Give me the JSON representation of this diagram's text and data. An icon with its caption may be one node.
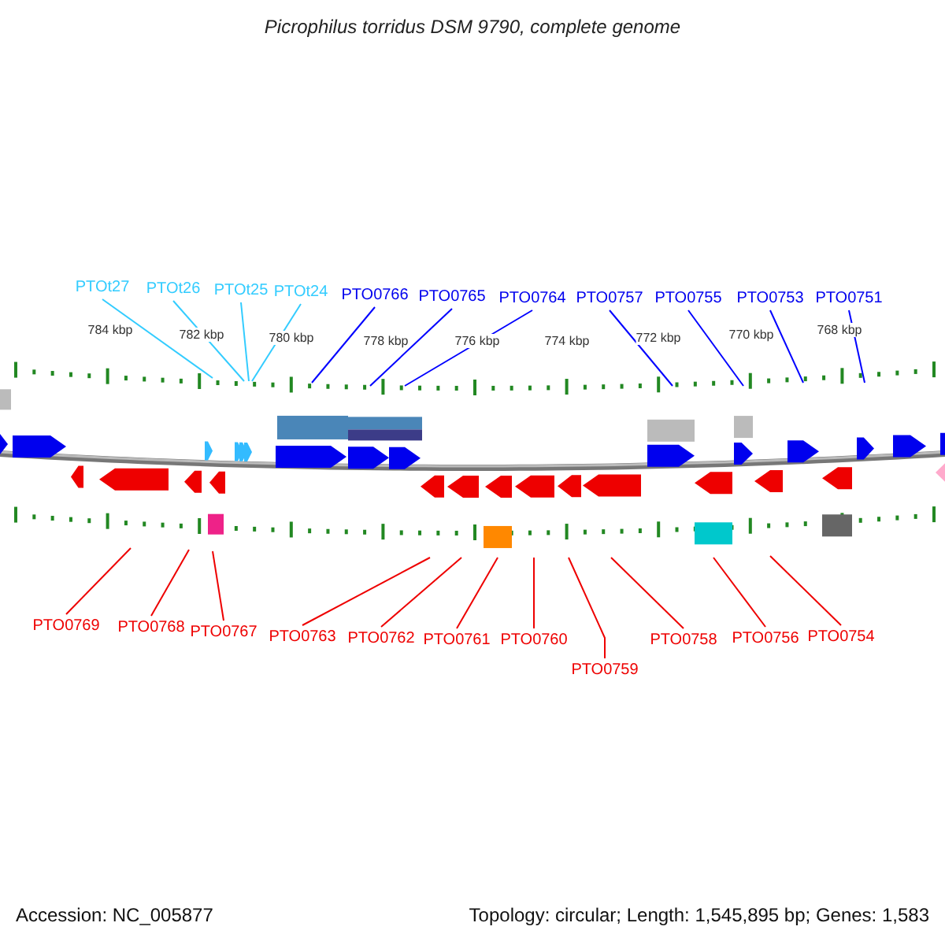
{
  "diagram": {
    "title": "Picrophilus torridus DSM 9790, complete genome",
    "nodes": [
      {
        "text": [
          "PTOt27"
        ]
      },
      {
        "text": [
          "PTOt26"
        ]
      },
      {
        "text": [
          "PTOt25"
        ]
      },
      {
        "text": [
          "PTOt24"
        ]
      },
      {
        "text": [
          "PTO0766"
        ]
      },
      {
        "text": [
          "PTO0765"
        ]
      },
      {
        "text": [
          "PTO0764"
        ]
      },
      {
        "text": [
          "PTO0757"
        ]
      },
      {
        "text": [
          "PTO0755"
        ]
      },
      {
        "text": [
          "PTO0753"
        ]
      },
      {
        "text": [
          "PTO0751"
        ]
      },
      {
        "text": [
          "PTO0769"
        ]
      },
      {
        "text": [
          "PTO0768"
        ]
      },
      {
        "text": [
          "PTO0767"
        ]
      },
      {
        "text": [
          "PTO0763"
        ]
      },
      {
        "text": [
          "PTO0762"
        ]
      },
      {
        "text": [
          "PTO0761"
        ]
      },
      {
        "text": [
          "PTO0760"
        ]
      },
      {
        "text": [
          "PTO0759"
        ]
      },
      {
        "text": [
          "PTO0758"
        ]
      },
      {
        "text": [
          "PTO0756"
        ]
      },
      {
        "text": [
          "PTO0754"
        ]
      }
    ],
    "edges": [
      {
        "from": 0,
        "to": null,
        "arrow": "none",
        "color": "#33ccff"
      },
      {
        "from": 1,
        "to": null,
        "arrow": "none",
        "color": "#33ccff"
      },
      {
        "from": 2,
        "to": null,
        "arrow": "none",
        "color": "#33ccff"
      },
      {
        "from": 3,
        "to": null,
        "arrow": "none",
        "color": "#33ccff"
      },
      {
        "from": 4,
        "to": null,
        "arrow": "none",
        "color": "#0000ff"
      },
      {
        "from": 5,
        "to": null,
        "arrow": "none",
        "color": "#0000ff"
      },
      {
        "from": 6,
        "to": null,
        "arrow": "none",
        "color": "#0000ff"
      },
      {
        "from": 7,
        "to": null,
        "arrow": "none",
        "color": "#0000ff"
      },
      {
        "from": 8,
        "to": null,
        "arrow": "none",
        "color": "#0000ff"
      },
      {
        "from": 9,
        "to": null,
        "arrow": "none",
        "color": "#0000ff"
      },
      {
        "from": 10,
        "to": null,
        "arrow": "none",
        "color": "#0000ff"
      },
      {
        "from": 11,
        "to": null,
        "arrow": "none"
      },
      {
        "from": 12,
        "to": null,
        "arrow": "none"
      },
      {
        "from": 13,
        "to": null,
        "arrow": "none"
      },
      {
        "from": 14,
        "to": null,
        "arrow": "none"
      },
      {
        "from": 15,
        "to": null,
        "arrow": "none"
      },
      {
        "from": 16,
        "to": null,
        "arrow": "none"
      },
      {
        "from": 17,
        "to": null,
        "arrow": "none"
      },
      {
        "from": 18,
        "to": null,
        "arrow": "none"
      },
      {
        "from": 19,
        "to": null,
        "arrow": "none"
      },
      {
        "from": 20,
        "to": null,
        "arrow": "none"
      },
      {
        "from": 21,
        "to": null,
        "arrow": "none"
      }
    ],
    "labels": [
      "784 kbp",
      "782 kbp",
      "780 kbp",
      "778 kbp",
      "776 kbp",
      "774 kbp",
      "772 kbp",
      "770 kbp",
      "768 kbp",
      "Accession: NC_005877",
      "Topology: circular; Length: 1,545,895 bp; Genes: 1,583"
    ]
  }
}
